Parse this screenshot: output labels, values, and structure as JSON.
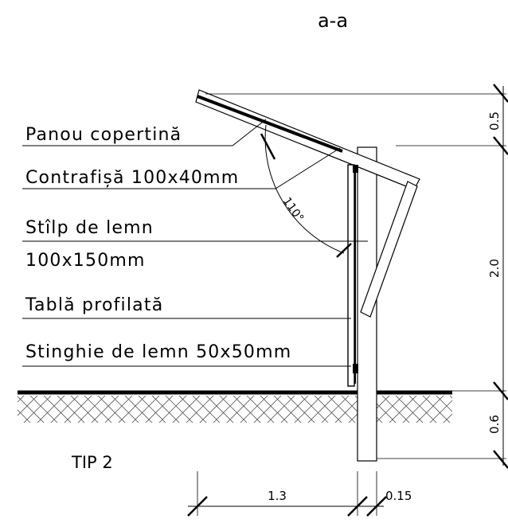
{
  "section_title": "a-a",
  "callouts": {
    "canopy_panel": "Panou copertină",
    "brace": "Contrafișă 100x40mm",
    "post_line1": "Stîlp de lemn",
    "post_line2": "100x150mm",
    "sheet": "Tablă profilată",
    "rail": "Stinghie de lemn 50x50mm"
  },
  "angle_label": "110°",
  "type_label": "TIP 2",
  "dimensions": {
    "top_height": "0.5",
    "main_height": "2.0",
    "footing_depth": "0.6",
    "overhang": "1.3",
    "post_width": "0.15"
  }
}
